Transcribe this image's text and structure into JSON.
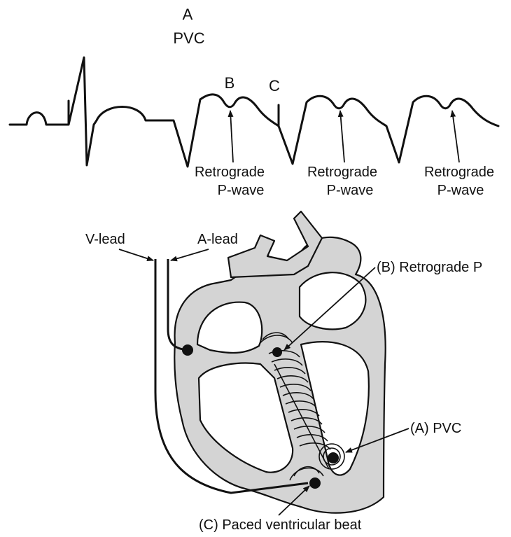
{
  "ecg": {
    "label_a": "A",
    "label_pvc": "PVC",
    "label_b": "B",
    "label_c": "C",
    "retro_1_line1": "Retrograde",
    "retro_1_line2": "P-wave",
    "retro_2_line1": "Retrograde",
    "retro_2_line2": "P-wave",
    "retro_3_line1": "Retrograde",
    "retro_3_line2": "P-wave"
  },
  "heart": {
    "v_lead": "V-lead",
    "a_lead": "A-lead",
    "callout_b": "(B) Retrograde P",
    "callout_a": "(A) PVC",
    "callout_c": "(C) Paced ventricular beat"
  }
}
